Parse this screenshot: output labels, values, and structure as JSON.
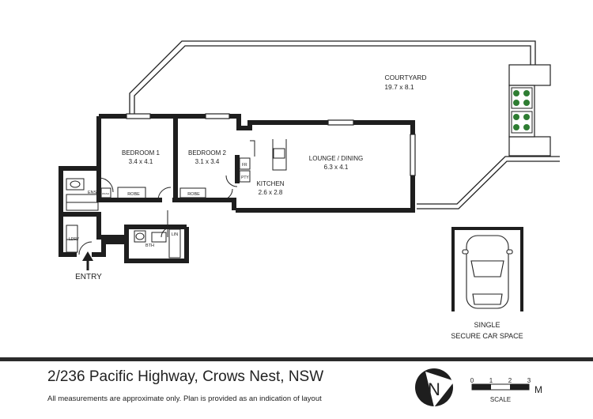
{
  "rooms": {
    "courtyard": {
      "name": "COURTYARD",
      "size": "19.7 x 8.1"
    },
    "bedroom1": {
      "name": "BEDROOM 1",
      "size": "3.4 x 4.1"
    },
    "bedroom2": {
      "name": "BEDROOM 2",
      "size": "3.1 x 3.4"
    },
    "lounge": {
      "name": "LOUNGE / DINING",
      "size": "6.3 x 4.1"
    },
    "kitchen": {
      "name": "KITCHEN",
      "size": "2.6 x 2.8"
    }
  },
  "small_labels": {
    "ens": "ENS",
    "robe1": "ROBE",
    "robe2": "ROBE",
    "fr": "FR",
    "pty": "PTY",
    "lin": "LIN",
    "bth": "BTH",
    "ldry": "LDRY",
    "wash": "WASH"
  },
  "entry_label": "ENTRY",
  "car_space": {
    "line1": "SINGLE",
    "line2": "SECURE CAR SPACE"
  },
  "footer": {
    "address": "2/236 Pacific Highway, Crows Nest, NSW",
    "disclaimer": "All measurements are approximate only. Plan is provided as an indication of layout"
  },
  "compass": {
    "letter": "N"
  },
  "scale": {
    "ticks": [
      "0",
      "1",
      "2",
      "3"
    ],
    "unit": "M",
    "label": "SCALE"
  },
  "colors": {
    "wall": "#1e1e1e",
    "planter": "#2e7d32"
  }
}
